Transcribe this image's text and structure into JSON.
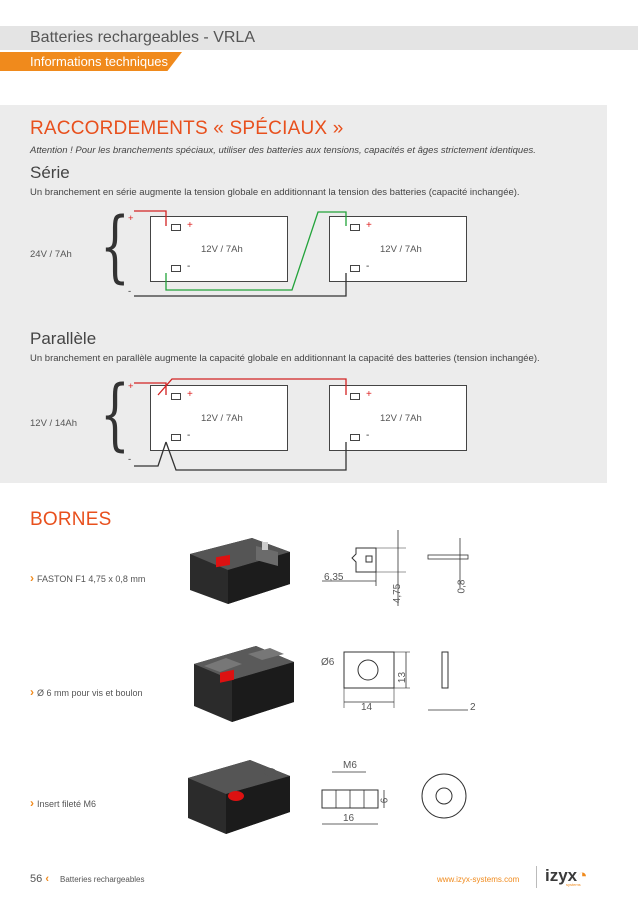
{
  "header": {
    "title": "Batteries rechargeables - VRLA",
    "subtitle": "Informations techniques"
  },
  "raccordements": {
    "title": "RACCORDEMENTS « SPÉCIAUX »",
    "warning": "Attention ! Pour les branchements spéciaux, utiliser des batteries aux tensions, capacités et âges strictement identiques."
  },
  "serie": {
    "title": "Série",
    "description": "Un branchement en série augmente la tension globale en additionnant la tension des batteries (capacité inchangée).",
    "total": "24V / 7Ah",
    "battery1": "12V / 7Ah",
    "battery2": "12V / 7Ah",
    "plus": "+",
    "minus": "-"
  },
  "parallele": {
    "title": "Parallèle",
    "description": "Un branchement en parallèle augmente la capacité globale en additionnant la capacité des batteries (tension inchangée).",
    "total": "12V / 14Ah",
    "battery1": "12V / 7Ah",
    "battery2": "12V / 7Ah",
    "plus": "+",
    "minus": "-"
  },
  "bornes": {
    "title": "BORNES",
    "items": [
      {
        "label": "FASTON F1 4,75 x 0,8 mm",
        "dims": [
          "6,35",
          "4,75",
          "0,8"
        ]
      },
      {
        "label": "Ø 6 mm pour vis et boulon",
        "dims": [
          "Ø6",
          "13",
          "14",
          "2"
        ]
      },
      {
        "label": "Insert fileté M6",
        "dims": [
          "M6",
          "6",
          "16"
        ]
      }
    ]
  },
  "footer": {
    "page": "56",
    "chevron": "‹",
    "section": "Batteries rechargeables",
    "url": "www.izyx-systems.com",
    "logo": "izyx",
    "logo_sub": "systems"
  },
  "colors": {
    "accent": "#f08a1c",
    "title_red": "#e8501d",
    "wire_red": "#d22222",
    "wire_green": "#22a33a"
  }
}
